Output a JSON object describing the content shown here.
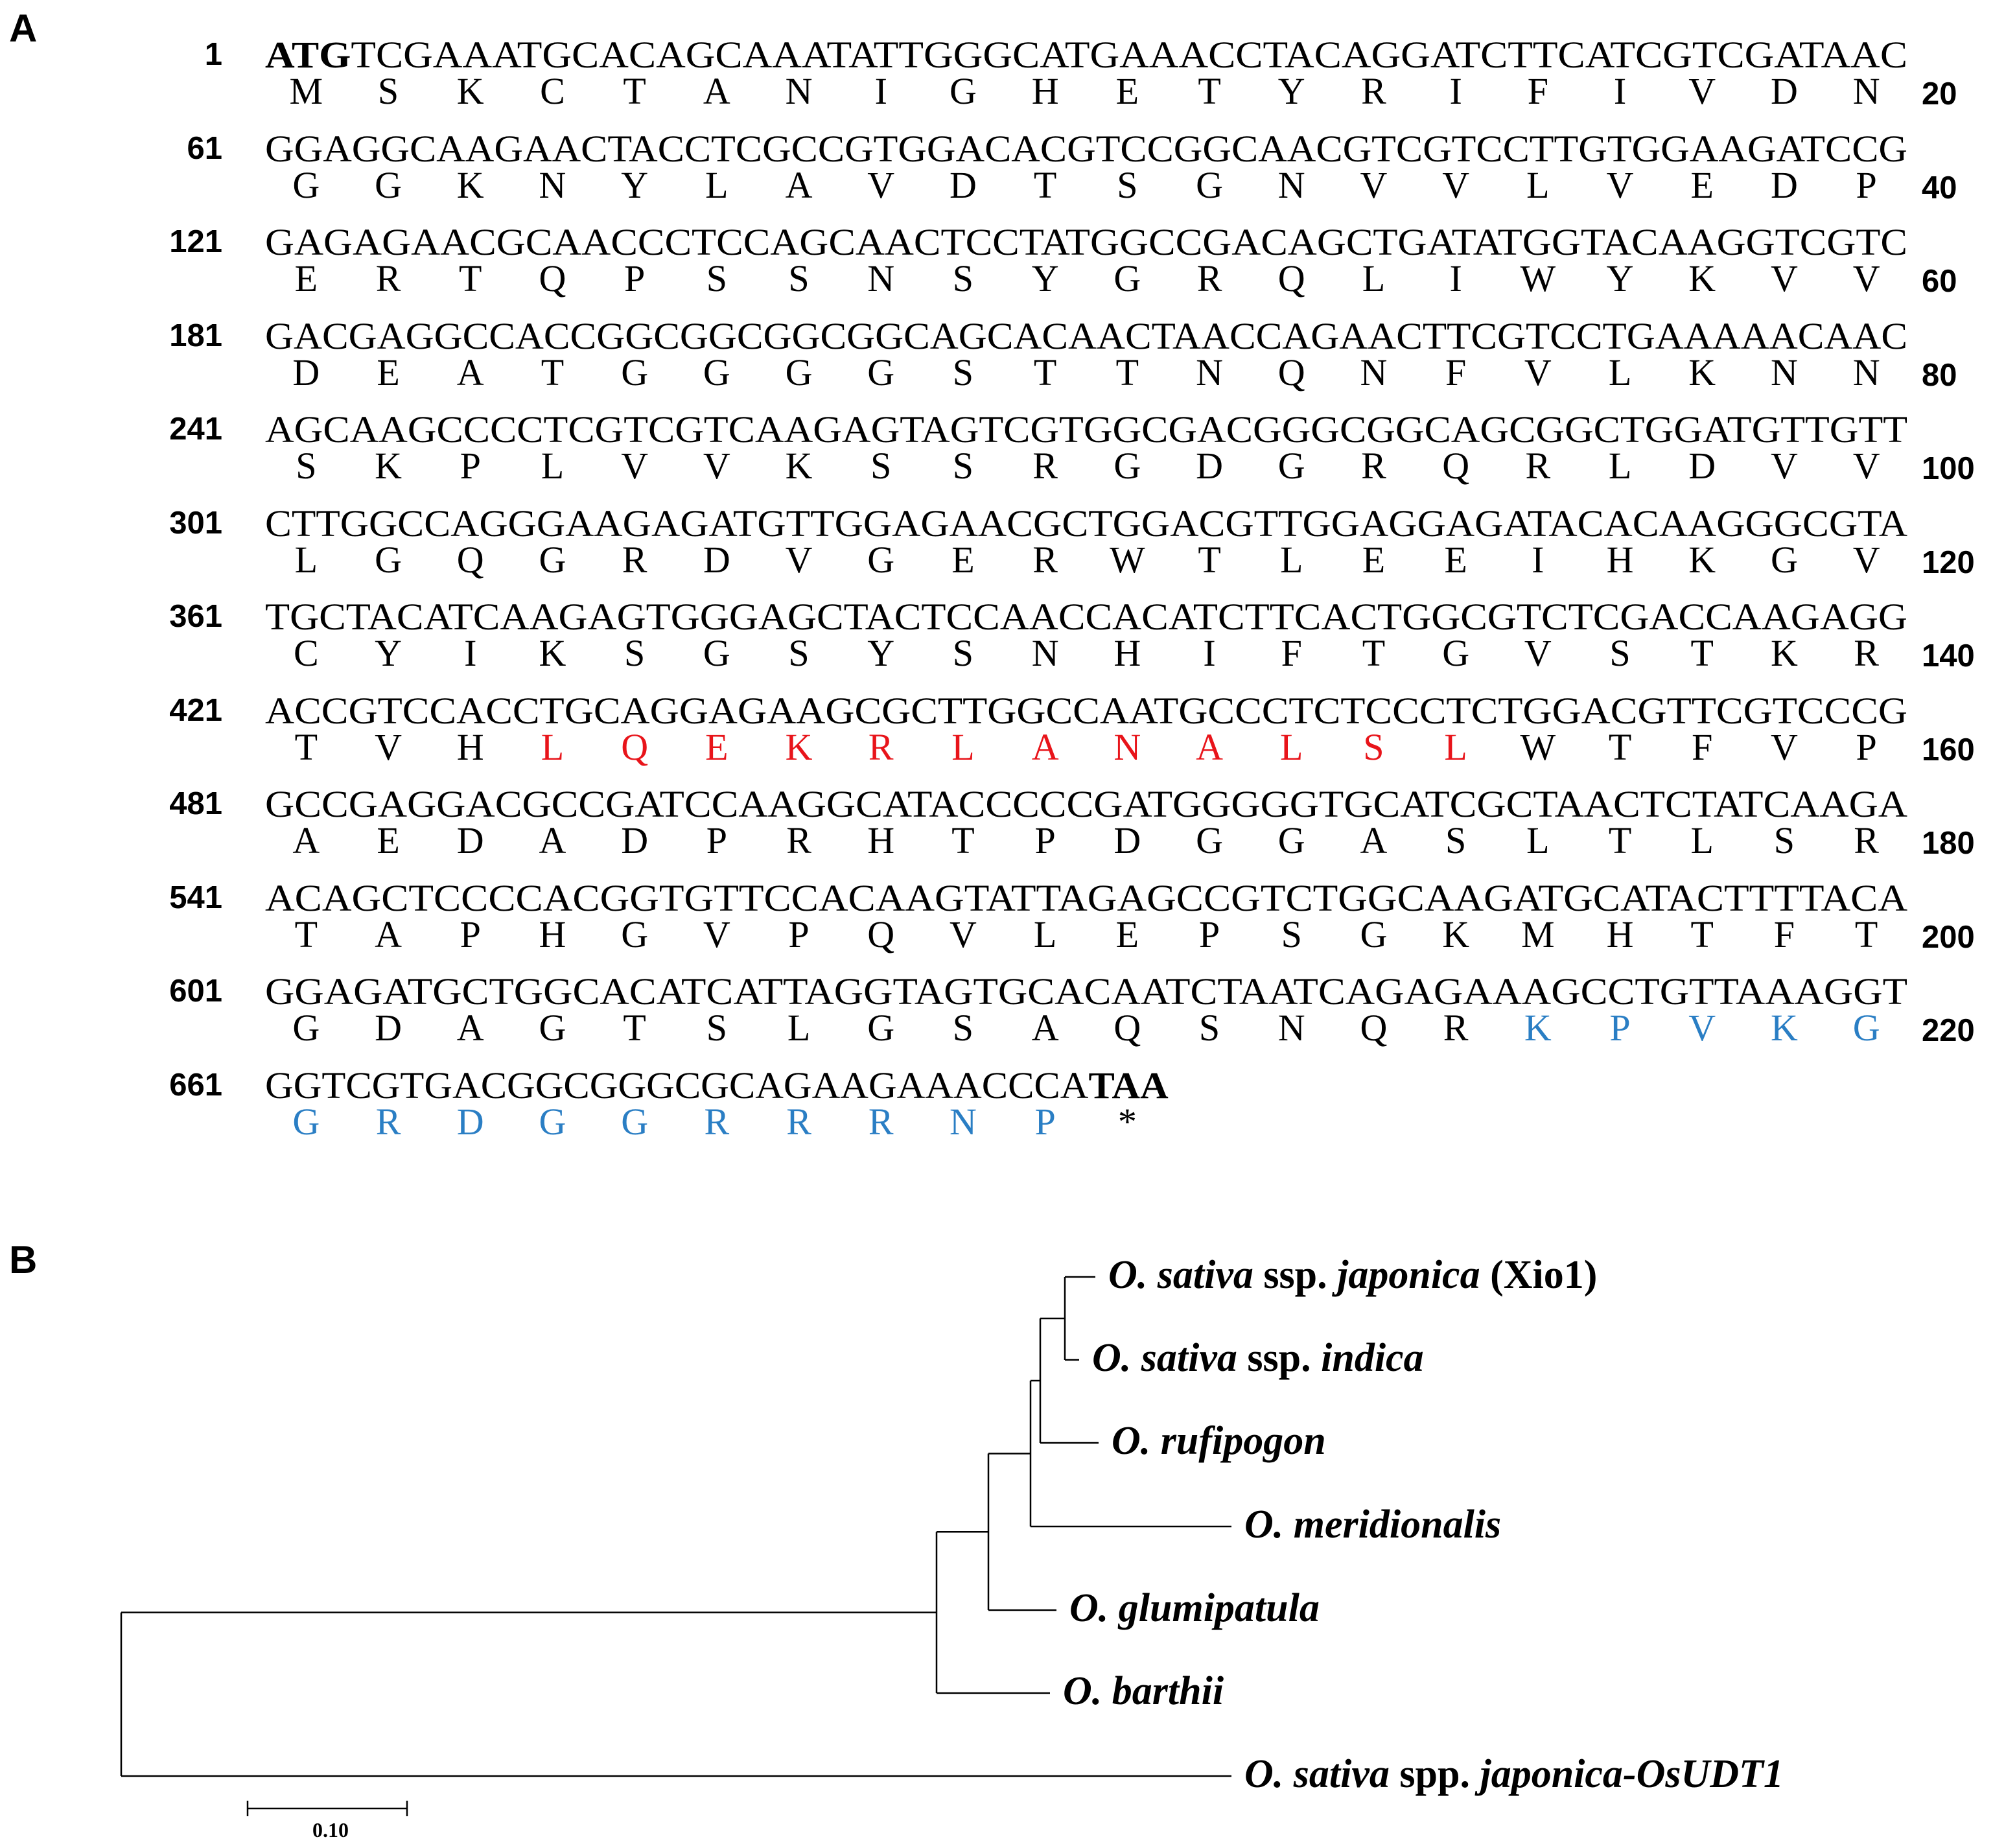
{
  "panel_labels": {
    "a": "A",
    "b": "B"
  },
  "colors": {
    "text": "#000000",
    "signal_red": "#e8141a",
    "domain_blue": "#2a7ec4"
  },
  "sequence_rows": [
    {
      "start": "1",
      "nt_bold_prefix": "ATG",
      "nt": "TCGAAATGCACAGCAAATATTGGGCATGAAACCTACAGGATCTTCATCGTCGATAAC",
      "nt_bold_suffix": "",
      "aa": [
        "M",
        "S",
        "K",
        "C",
        "T",
        "A",
        "N",
        "I",
        "G",
        "H",
        "E",
        "T",
        "Y",
        "R",
        "I",
        "F",
        "I",
        "V",
        "D",
        "N"
      ],
      "aa_colors": [
        "k",
        "k",
        "k",
        "k",
        "k",
        "k",
        "k",
        "k",
        "k",
        "k",
        "k",
        "k",
        "k",
        "k",
        "k",
        "k",
        "k",
        "k",
        "k",
        "k"
      ],
      "end": "20"
    },
    {
      "start": "61",
      "nt_bold_prefix": "",
      "nt": "GGAGGCAAGAACTACCTCGCCGTGGACACGTCCGGCAACGTCGTCCTTGTGGAAGATCCG",
      "nt_bold_suffix": "",
      "aa": [
        "G",
        "G",
        "K",
        "N",
        "Y",
        "L",
        "A",
        "V",
        "D",
        "T",
        "S",
        "G",
        "N",
        "V",
        "V",
        "L",
        "V",
        "E",
        "D",
        "P"
      ],
      "aa_colors": [
        "k",
        "k",
        "k",
        "k",
        "k",
        "k",
        "k",
        "k",
        "k",
        "k",
        "k",
        "k",
        "k",
        "k",
        "k",
        "k",
        "k",
        "k",
        "k",
        "k"
      ],
      "end": "40"
    },
    {
      "start": "121",
      "nt_bold_prefix": "",
      "nt": "GAGAGAACGCAACCCTCCAGCAACTCCTATGGCCGACAGCTGATATGGTACAAGGTCGTC",
      "nt_bold_suffix": "",
      "aa": [
        "E",
        "R",
        "T",
        "Q",
        "P",
        "S",
        "S",
        "N",
        "S",
        "Y",
        "G",
        "R",
        "Q",
        "L",
        "I",
        "W",
        "Y",
        "K",
        "V",
        "V"
      ],
      "aa_colors": [
        "k",
        "k",
        "k",
        "k",
        "k",
        "k",
        "k",
        "k",
        "k",
        "k",
        "k",
        "k",
        "k",
        "k",
        "k",
        "k",
        "k",
        "k",
        "k",
        "k"
      ],
      "end": "60"
    },
    {
      "start": "181",
      "nt_bold_prefix": "",
      "nt": "GACGAGGCCACCGGCGGCGGCGGCAGCACAACTAACCAGAACTTCGTCCTGAAAAACAAC",
      "nt_bold_suffix": "",
      "aa": [
        "D",
        "E",
        "A",
        "T",
        "G",
        "G",
        "G",
        "G",
        "S",
        "T",
        "T",
        "N",
        "Q",
        "N",
        "F",
        "V",
        "L",
        "K",
        "N",
        "N"
      ],
      "aa_colors": [
        "k",
        "k",
        "k",
        "k",
        "k",
        "k",
        "k",
        "k",
        "k",
        "k",
        "k",
        "k",
        "k",
        "k",
        "k",
        "k",
        "k",
        "k",
        "k",
        "k"
      ],
      "end": "80"
    },
    {
      "start": "241",
      "nt_bold_prefix": "",
      "nt": "AGCAAGCCCCTCGTCGTCAAGAGTAGTCGTGGCGACGGGCGGCAGCGGCTGGATGTTGTT",
      "nt_bold_suffix": "",
      "aa": [
        "S",
        "K",
        "P",
        "L",
        "V",
        "V",
        "K",
        "S",
        "S",
        "R",
        "G",
        "D",
        "G",
        "R",
        "Q",
        "R",
        "L",
        "D",
        "V",
        "V"
      ],
      "aa_colors": [
        "k",
        "k",
        "k",
        "k",
        "k",
        "k",
        "k",
        "k",
        "k",
        "k",
        "k",
        "k",
        "k",
        "k",
        "k",
        "k",
        "k",
        "k",
        "k",
        "k"
      ],
      "end": "100"
    },
    {
      "start": "301",
      "nt_bold_prefix": "",
      "nt": "CTTGGCCAGGGAAGAGATGTTGGAGAACGCTGGACGTTGGAGGAGATACACAAGGGCGTA",
      "nt_bold_suffix": "",
      "aa": [
        "L",
        "G",
        "Q",
        "G",
        "R",
        "D",
        "V",
        "G",
        "E",
        "R",
        "W",
        "T",
        "L",
        "E",
        "E",
        "I",
        "H",
        "K",
        "G",
        "V"
      ],
      "aa_colors": [
        "k",
        "k",
        "k",
        "k",
        "k",
        "k",
        "k",
        "k",
        "k",
        "k",
        "k",
        "k",
        "k",
        "k",
        "k",
        "k",
        "k",
        "k",
        "k",
        "k"
      ],
      "end": "120"
    },
    {
      "start": "361",
      "nt_bold_prefix": "",
      "nt": "TGCTACATCAAGAGTGGGAGCTACTCCAACCACATCTTCACTGGCGTCTCGACCAAGAGG",
      "nt_bold_suffix": "",
      "aa": [
        "C",
        "Y",
        "I",
        "K",
        "S",
        "G",
        "S",
        "Y",
        "S",
        "N",
        "H",
        "I",
        "F",
        "T",
        "G",
        "V",
        "S",
        "T",
        "K",
        "R"
      ],
      "aa_colors": [
        "k",
        "k",
        "k",
        "k",
        "k",
        "k",
        "k",
        "k",
        "k",
        "k",
        "k",
        "k",
        "k",
        "k",
        "k",
        "k",
        "k",
        "k",
        "k",
        "k"
      ],
      "end": "140"
    },
    {
      "start": "421",
      "nt_bold_prefix": "",
      "nt": "ACCGTCCACCTGCAGGAGAAGCGCTTGGCCAATGCCCTCTCCCTCTGGACGTTCGTCCCG",
      "nt_bold_suffix": "",
      "aa": [
        "T",
        "V",
        "H",
        "L",
        "Q",
        "E",
        "K",
        "R",
        "L",
        "A",
        "N",
        "A",
        "L",
        "S",
        "L",
        "W",
        "T",
        "F",
        "V",
        "P"
      ],
      "aa_colors": [
        "k",
        "k",
        "k",
        "r",
        "r",
        "r",
        "r",
        "r",
        "r",
        "r",
        "r",
        "r",
        "r",
        "r",
        "r",
        "k",
        "k",
        "k",
        "k",
        "k"
      ],
      "end": "160"
    },
    {
      "start": "481",
      "nt_bold_prefix": "",
      "nt": "GCCGAGGACGCCGATCCAAGGCATACCCCCGATGGGGGTGCATCGCTAACTCTATCAAGA",
      "nt_bold_suffix": "",
      "aa": [
        "A",
        "E",
        "D",
        "A",
        "D",
        "P",
        "R",
        "H",
        "T",
        "P",
        "D",
        "G",
        "G",
        "A",
        "S",
        "L",
        "T",
        "L",
        "S",
        "R"
      ],
      "aa_colors": [
        "k",
        "k",
        "k",
        "k",
        "k",
        "k",
        "k",
        "k",
        "k",
        "k",
        "k",
        "k",
        "k",
        "k",
        "k",
        "k",
        "k",
        "k",
        "k",
        "k"
      ],
      "end": "180"
    },
    {
      "start": "541",
      "nt_bold_prefix": "",
      "nt": "ACAGCTCCCCACGGTGTTCCACAAGTATTAGAGCCGTCTGGCAAGATGCATACTTTTACA",
      "nt_bold_suffix": "",
      "aa": [
        "T",
        "A",
        "P",
        "H",
        "G",
        "V",
        "P",
        "Q",
        "V",
        "L",
        "E",
        "P",
        "S",
        "G",
        "K",
        "M",
        "H",
        "T",
        "F",
        "T"
      ],
      "aa_colors": [
        "k",
        "k",
        "k",
        "k",
        "k",
        "k",
        "k",
        "k",
        "k",
        "k",
        "k",
        "k",
        "k",
        "k",
        "k",
        "k",
        "k",
        "k",
        "k",
        "k"
      ],
      "end": "200"
    },
    {
      "start": "601",
      "nt_bold_prefix": "",
      "nt": "GGAGATGCTGGCACATCATTAGGTAGTGCACAATCTAATCAGAGAAAGCCTGTTAAAGGT",
      "nt_bold_suffix": "",
      "aa": [
        "G",
        "D",
        "A",
        "G",
        "T",
        "S",
        "L",
        "G",
        "S",
        "A",
        "Q",
        "S",
        "N",
        "Q",
        "R",
        "K",
        "P",
        "V",
        "K",
        "G"
      ],
      "aa_colors": [
        "k",
        "k",
        "k",
        "k",
        "k",
        "k",
        "k",
        "k",
        "k",
        "k",
        "k",
        "k",
        "k",
        "k",
        "k",
        "b",
        "b",
        "b",
        "b",
        "b"
      ],
      "end": "220"
    },
    {
      "start": "661",
      "nt_bold_prefix": "",
      "nt": "GGTCGTGACGGCGGGCGCAGAAGAAACCCA",
      "nt_bold_suffix": "TAA",
      "aa": [
        "G",
        "R",
        "D",
        "G",
        "G",
        "R",
        "R",
        "R",
        "N",
        "P",
        "*"
      ],
      "aa_colors": [
        "b",
        "b",
        "b",
        "b",
        "b",
        "b",
        "b",
        "b",
        "b",
        "b",
        "k"
      ],
      "end": ""
    }
  ],
  "tree": {
    "taxa": [
      {
        "key": "japonica_xio1",
        "parts": [
          {
            "t": "O. sativa",
            "i": true
          },
          {
            "t": " ssp. ",
            "i": false
          },
          {
            "t": "japonica",
            "i": true
          },
          {
            "t": " (Xio1)",
            "i": false
          }
        ]
      },
      {
        "key": "indica",
        "parts": [
          {
            "t": "O. sativa",
            "i": true
          },
          {
            "t": " ssp. ",
            "i": false
          },
          {
            "t": "indica",
            "i": true
          }
        ]
      },
      {
        "key": "rufipogon",
        "parts": [
          {
            "t": "O. rufipogon",
            "i": true
          }
        ]
      },
      {
        "key": "meridionalis",
        "parts": [
          {
            "t": "O. meridionalis",
            "i": true
          }
        ]
      },
      {
        "key": "glumipatula",
        "parts": [
          {
            "t": "O. glumipatula",
            "i": true
          }
        ]
      },
      {
        "key": "barthii",
        "parts": [
          {
            "t": "O. barthii",
            "i": true
          }
        ]
      },
      {
        "key": "osudt1",
        "parts": [
          {
            "t": "O. sativa",
            "i": true
          },
          {
            "t": " spp. ",
            "i": false
          },
          {
            "t": "japonica-OsUDT1",
            "i": true
          }
        ]
      }
    ],
    "scale_bar_label": "0.10",
    "scale_bar_value": 0.1
  }
}
